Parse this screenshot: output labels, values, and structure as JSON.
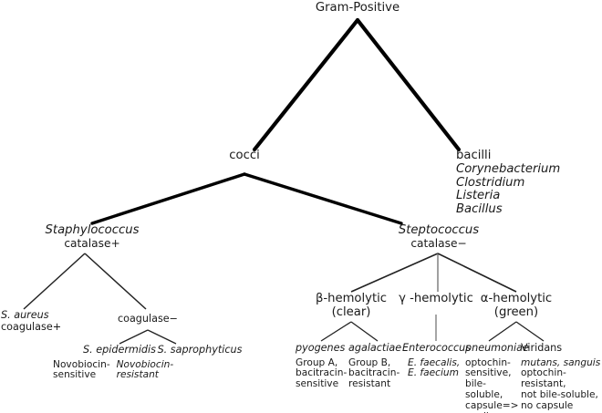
{
  "diagram": {
    "title": "Gram-Positive",
    "type": "dichotomous-identification-key",
    "root": {
      "label": "Gram-Positive"
    },
    "level1": {
      "cocci": {
        "label": "cocci"
      },
      "bacilli": {
        "label": "bacilli",
        "genera": [
          "Corynebacterium",
          "Clostridium",
          "Listeria",
          "Bacillus"
        ]
      }
    },
    "level2": {
      "staphylococcus": {
        "genus": "Staphylococcus",
        "test": "catalase+"
      },
      "streptococcus": {
        "genus": "Steptococcus",
        "test": "catalase−"
      }
    },
    "staph_branch": {
      "aureus": {
        "name": "S. aureus",
        "test": "coagulase+"
      },
      "coagulase_negative": {
        "label": "coagulase−"
      },
      "epidermidis": {
        "name": "S. epidermidis",
        "test": "Novobiocin-\nsensitive"
      },
      "saprophyticus": {
        "name": "S. saprophyticus",
        "test": "Novobiocin-\nresistant"
      }
    },
    "strep_branch": {
      "beta": {
        "label": "β-hemolytic",
        "sub": "(clear)"
      },
      "gamma": {
        "label": "γ -hemolytic"
      },
      "alpha": {
        "label": "α-hemolytic",
        "sub": "(green)"
      }
    },
    "leaves": {
      "pyogenes": {
        "name": "pyogenes",
        "notes": "Group A,\nbacitracin-\nsensitive"
      },
      "agalactiae": {
        "name": "agalactiae",
        "notes": "Group B,\nbacitracin-\nresistant"
      },
      "enterococcus": {
        "name": "Enterococcus",
        "notes": "E. faecalis,\nE. faecium"
      },
      "pneumoniae": {
        "name": "pneumoniae",
        "notes": "optochin-\nsensitive,\nbile-\nsoluble,\ncapsule=>\nquellung+"
      },
      "viridans": {
        "name": "Viridans",
        "species": "mutans, sanguis",
        "notes": "optochin-\nresistant,\nnot bile-soluble,\nno capsule"
      }
    },
    "style": {
      "line_color": "#000000",
      "text_color": "#1a1a1a",
      "background": "#ffffff"
    }
  }
}
